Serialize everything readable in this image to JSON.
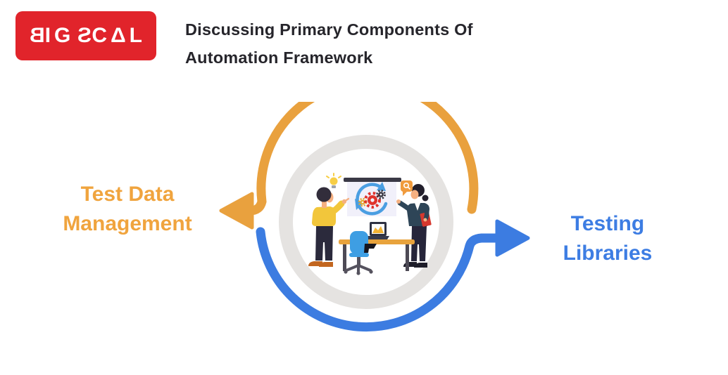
{
  "header": {
    "logo_text": "BIGSCAL",
    "title_line1": "Discussing Primary Components Of",
    "title_line2": "Automation Framework"
  },
  "diagram": {
    "left_label": {
      "line1": "Test Data",
      "line2": "Management"
    },
    "right_label": {
      "line1": "Testing",
      "line2": "Libraries"
    },
    "icons": [
      "lightbulb-icon",
      "search-bubble-icon",
      "gears-cycle-icon",
      "left-arrow-orange",
      "right-arrow-blue"
    ],
    "colors": {
      "logo_red": "#E1242B",
      "title_text": "#26252B",
      "orange_accent": "#E9A13E",
      "blue_accent": "#3C7CE1",
      "ring_gray": "#E5E3E1",
      "label_orange": "#F0A43E",
      "label_blue": "#3D7DE3"
    }
  }
}
